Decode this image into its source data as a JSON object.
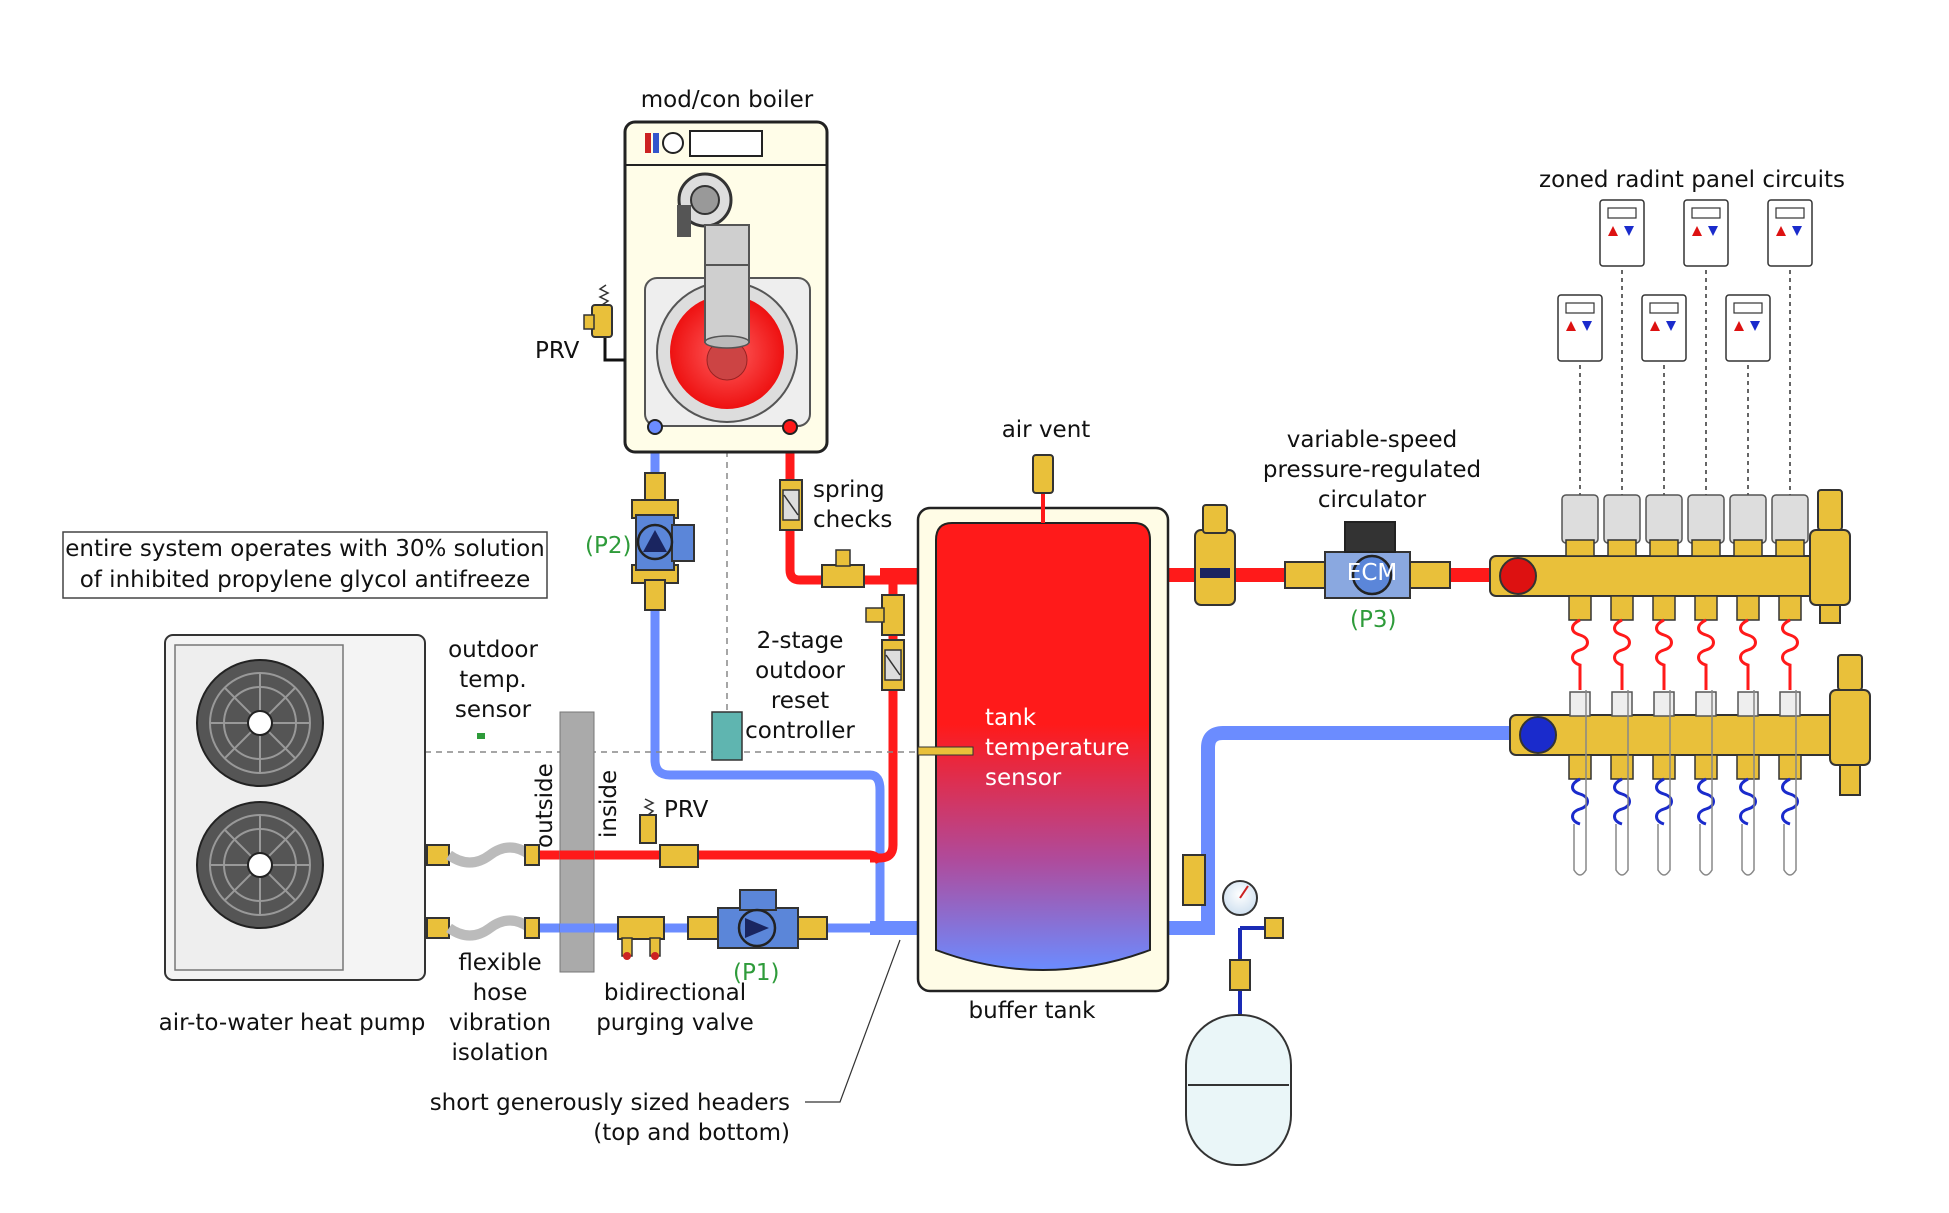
{
  "labels": {
    "boiler": "mod/con boiler",
    "prv_boiler": "PRV",
    "p2": "(P2)",
    "spring_checks_1": "spring",
    "spring_checks_2": "checks",
    "note_line1": "entire system operates with 30% solution",
    "note_line2": "of inhibited propylene glycol antifreeze",
    "outdoor_sensor_1": "outdoor",
    "outdoor_sensor_2": "temp.",
    "outdoor_sensor_3": "sensor",
    "controller_1": "2-stage",
    "controller_2": "outdoor",
    "controller_3": "reset",
    "controller_4": "controller",
    "outside": "outside",
    "inside": "inside",
    "prv_hp": "PRV",
    "p1": "(P1)",
    "heat_pump": "air-to-water heat pump",
    "flex_hose_1": "flexible",
    "flex_hose_2": "hose",
    "flex_hose_3": "vibration",
    "flex_hose_4": "isolation",
    "purge_valve_1": "bidirectional",
    "purge_valve_2": "purging valve",
    "headers_1": "short generously sized headers",
    "headers_2": "(top and bottom)",
    "air_vent": "air vent",
    "tank_sensor_1": "tank",
    "tank_sensor_2": "temperature",
    "tank_sensor_3": "sensor",
    "buffer_tank": "buffer tank",
    "circulator_1": "variable-speed",
    "circulator_2": "pressure-regulated",
    "circulator_3": "circulator",
    "p3": "(P3)",
    "ecm": "ECM",
    "zoned_circuits": "zoned radint panel circuits"
  },
  "colors": {
    "supply_red": "#ff1a1a",
    "return_blue": "#6b8cff",
    "brass": "#e9c03a",
    "pump_blue": "#5b86d9",
    "tank_outline": "#fffce6"
  }
}
